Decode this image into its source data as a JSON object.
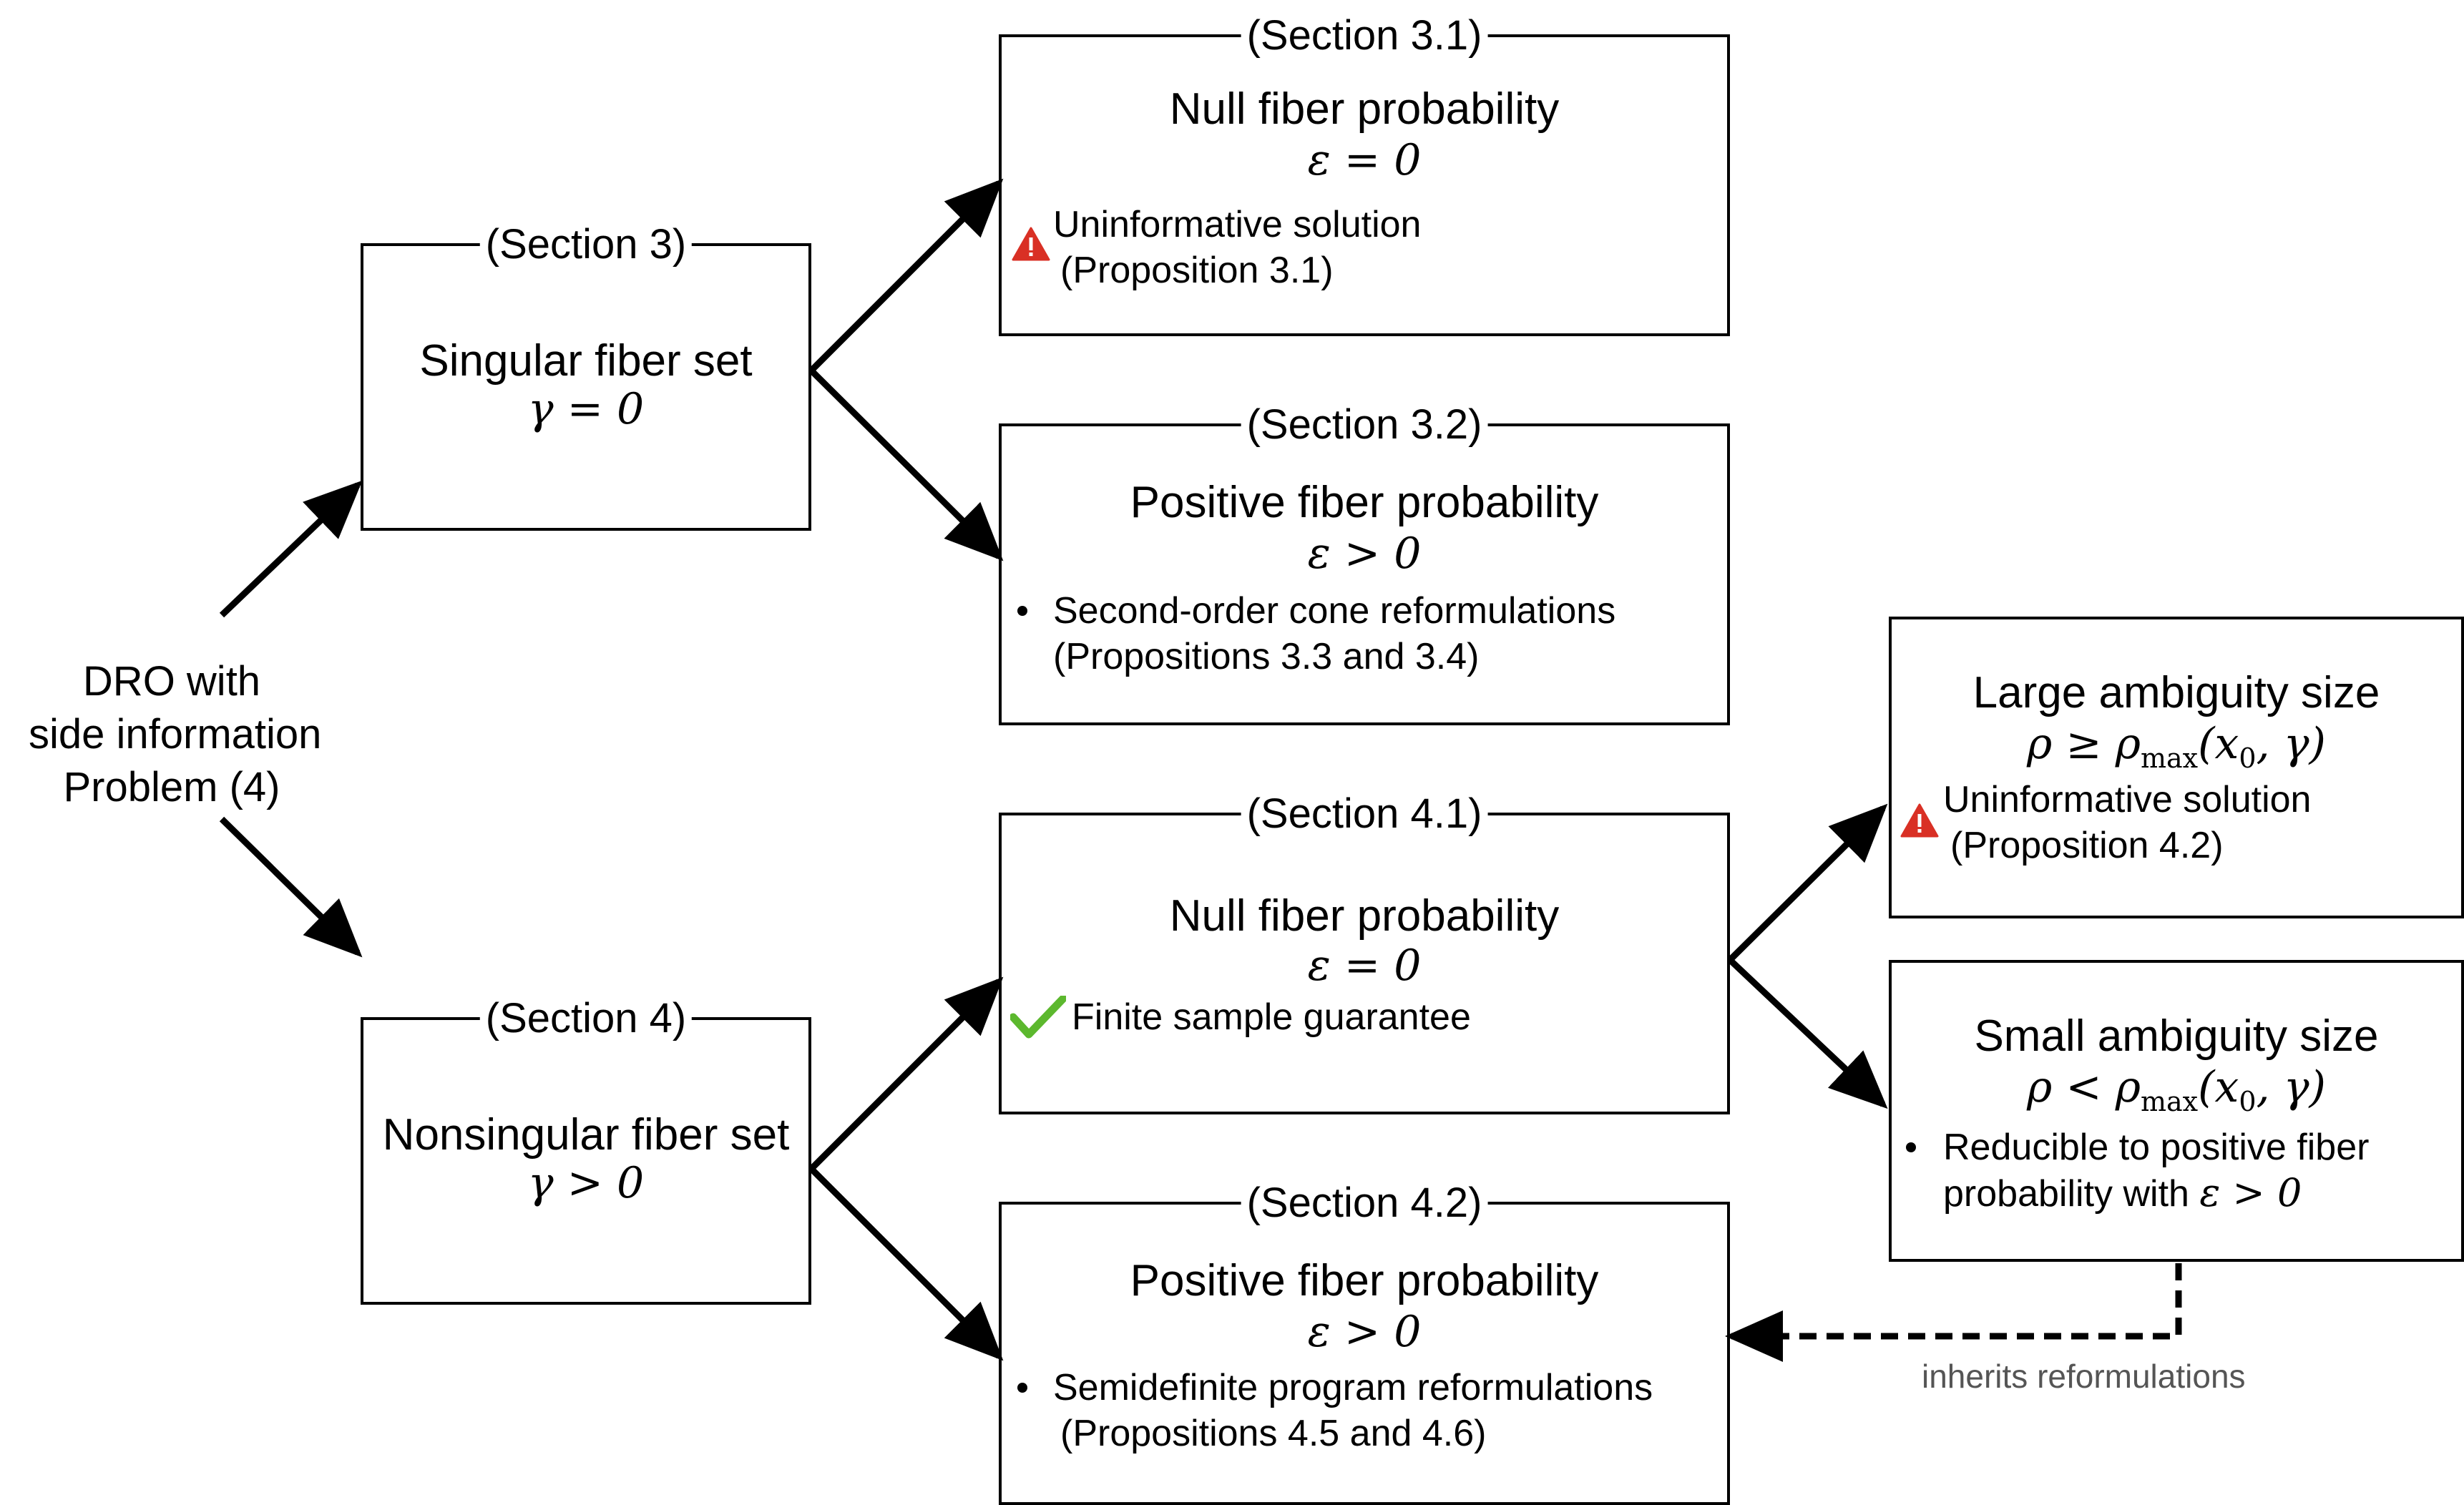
{
  "root": {
    "line1": "DRO with",
    "line2": "side information",
    "line3": "Problem (4)"
  },
  "singular": {
    "tag": "(Section 3)",
    "title": "Singular fiber set",
    "math": "γ = 0"
  },
  "nonsingular": {
    "tag": "(Section 4)",
    "title": "Nonsingular fiber set",
    "math": "γ > 0"
  },
  "s31": {
    "tag": "(Section 3.1)",
    "title": "Null fiber probability",
    "math": "ε = 0",
    "line1": "Uninformative solution",
    "line2": "(Proposition 3.1)"
  },
  "s32": {
    "tag": "(Section 3.2)",
    "title": "Positive fiber probability",
    "math": "ε > 0",
    "line1": "Second-order cone reformulations",
    "line2": "(Propositions 3.3 and 3.4)"
  },
  "s41": {
    "tag": "(Section 4.1)",
    "title": "Null fiber probability",
    "math": "ε = 0",
    "line1": "Finite sample guarantee"
  },
  "s42": {
    "tag": "(Section 4.2)",
    "title": "Positive fiber probability",
    "math": "ε > 0",
    "line1": "Semidefinite program reformulations",
    "line2": "(Propositions 4.5 and 4.6)"
  },
  "large": {
    "title": "Large ambiguity size",
    "math": {
      "lhs": "ρ ≥ ρ",
      "sub": "max",
      "rhs": "(x",
      "sub2": "0",
      "end": ", γ)"
    },
    "line1": "Uninformative solution",
    "line2": "(Proposition 4.2)"
  },
  "small": {
    "title": "Small ambiguity size",
    "math": {
      "lhs": "ρ < ρ",
      "sub": "max",
      "rhs": "(x",
      "sub2": "0",
      "end": ", γ)"
    },
    "line1": "Reducible to positive fiber",
    "line2": "probability with",
    "line2_math": "ε > 0"
  },
  "note": "inherits reformulations",
  "colors": {
    "warning": "#d93025",
    "check": "#5cb82e",
    "note": "#555555"
  },
  "icons": {
    "warning": "warning-triangle-icon",
    "check": "checkmark-icon"
  }
}
